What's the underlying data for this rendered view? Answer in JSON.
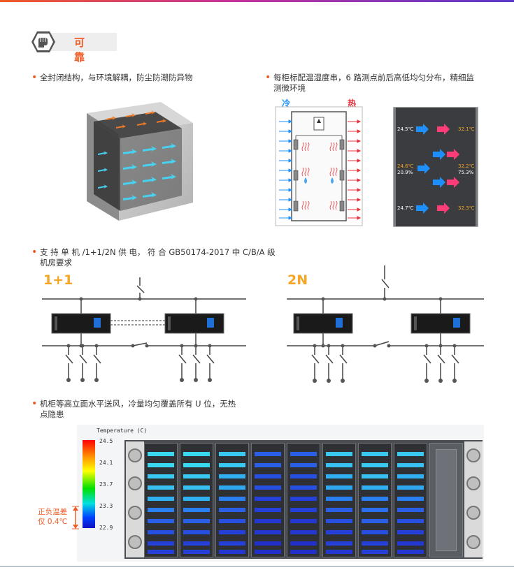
{
  "header": {
    "title": "可 靠",
    "icon": "fist-icon"
  },
  "bullets": {
    "enclosure": "全封闭结构，与环境解耦，防尘防潮防异物",
    "sensors_line1": "每柜标配温湿度串，6 路测点前后高低均匀分布，精细监",
    "sensors_line2": "测微环境",
    "power_line1": "支 持 单 机 /1+1/2N 供 电， 符 合 GB50174-2017 中 C/B/A 级",
    "power_line2": "机房要求",
    "airflow_line1": "机柜等高立面水平送风，冷量均匀覆盖所有 U 位，无热",
    "airflow_line2": "点隐患"
  },
  "airflow_diagram": {
    "cold_label": "冷",
    "hot_label": "热"
  },
  "sensor_panel": {
    "left_top": "24.5℃",
    "left_mid": "24.6℃",
    "left_mid_rh": "20.9%",
    "left_bottom": "24.7℃",
    "right_top": "32.1℃",
    "right_mid": "32.2℃",
    "right_mid_rh": "75.3%",
    "right_bottom": "32.3℃"
  },
  "power": {
    "label_1plus1": "1+1",
    "label_2n": "2N"
  },
  "thermal": {
    "scale_title": "Temperature (C)",
    "ticks": [
      "24.5",
      "24.1",
      "23.7",
      "23.3",
      "22.9"
    ],
    "note_line1": "正负温差",
    "note_line2": "仅 0.4℃"
  },
  "colors": {
    "accent": "#f05a24",
    "power_label": "#f5a623",
    "cold": "#1e90ff",
    "hot": "#e8323c"
  }
}
